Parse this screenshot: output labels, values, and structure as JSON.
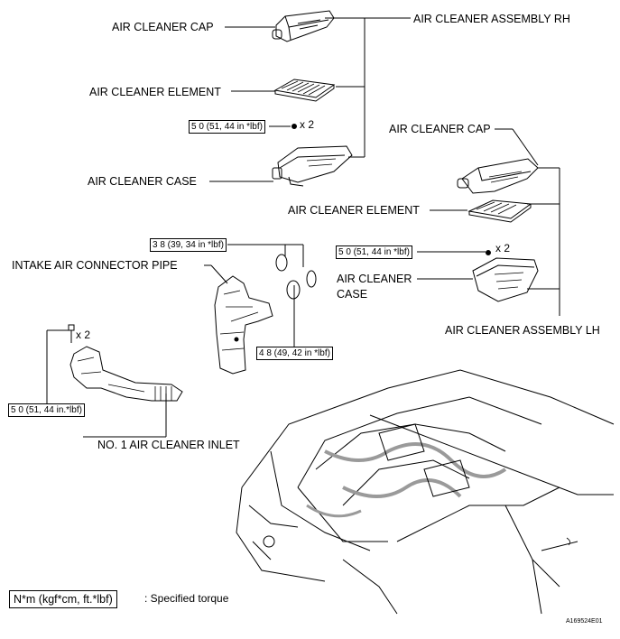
{
  "labels": {
    "cap_rh": "AIR CLEANER CAP",
    "assembly_rh": "AIR CLEANER ASSEMBLY RH",
    "element_rh": "AIR CLEANER ELEMENT",
    "case_rh": "AIR CLEANER CASE",
    "cap_lh": "AIR CLEANER CAP",
    "element_lh": "AIR CLEANER ELEMENT",
    "case_lh_line1": "AIR CLEANER",
    "case_lh_line2": "CASE",
    "assembly_lh": "AIR CLEANER ASSEMBLY LH",
    "intake_pipe": "INTAKE AIR CONNECTOR PIPE",
    "inlet": "NO. 1 AIR CLEANER INLET"
  },
  "torque": {
    "rh_case": "5 0 (51, 44 in *lbf)",
    "lh_case": "5 0 (51, 44 in *lbf)",
    "pipe_upper": "3 8 (39, 34 in *lbf)",
    "pipe_lower": "4 8 (49, 42 in *lbf)",
    "inlet": "5 0 (51, 44 in.*lbf)"
  },
  "quantities": {
    "rh_case": "x 2",
    "lh_case": "x 2",
    "inlet": "x 2"
  },
  "legend": {
    "units": "N*m (kgf*cm, ft.*lbf)",
    "description": ": Specified torque"
  },
  "figure_id": "A169524E01",
  "colors": {
    "ink": "#000000",
    "paper": "#ffffff",
    "shade": "#9a9a9a"
  }
}
